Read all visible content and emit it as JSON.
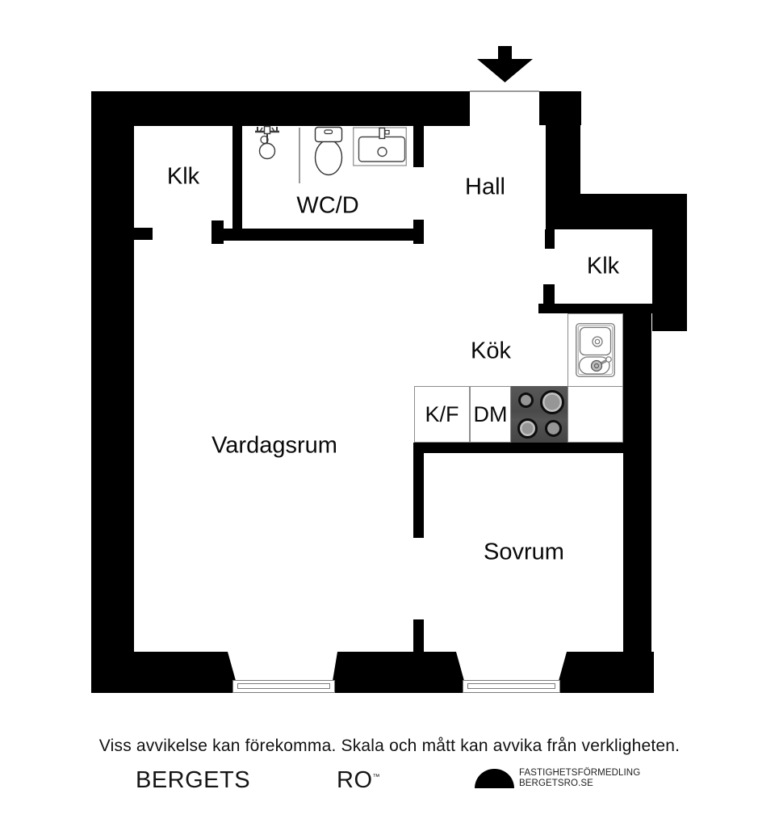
{
  "colors": {
    "wall": "#000000",
    "outline_gray": "#8c8c8c",
    "stove_gray": "#4e4e4e",
    "burner_gray": "#969696",
    "text": "#0a0a0a"
  },
  "plan": {
    "entrance_icon": "entrance-arrow-down-icon",
    "rooms": {
      "klk1": {
        "label": "Klk"
      },
      "wcd": {
        "label": "WC/D"
      },
      "hall": {
        "label": "Hall"
      },
      "klk2": {
        "label": "Klk"
      },
      "kok": {
        "label": "Kök"
      },
      "vardagsrum": {
        "label": "Vardagsrum"
      },
      "sovrum": {
        "label": "Sovrum"
      }
    },
    "kitchen": {
      "kf_label": "K/F",
      "dm_label": "DM",
      "stove_icon": "stove-burners-icon",
      "sink_icon": "kitchen-sink-icon"
    },
    "bathroom": {
      "shower_icon": "shower-icon",
      "toilet_icon": "toilet-icon",
      "sink_icon": "washbasin-icon"
    },
    "window_icon": "window-symbol"
  },
  "footer": {
    "disclaimer": "Viss avvikelse kan förekomma. Skala och mått kan avvika från verkligheten.",
    "brand_name": "BERGETS",
    "brand_suffix": "RO",
    "trademark": "™",
    "logo_icon": "dome-semicircle-logo",
    "agency_line1": "FASTIGHETSFÖRMEDLING",
    "agency_line2": "BERGETSRO.SE"
  }
}
